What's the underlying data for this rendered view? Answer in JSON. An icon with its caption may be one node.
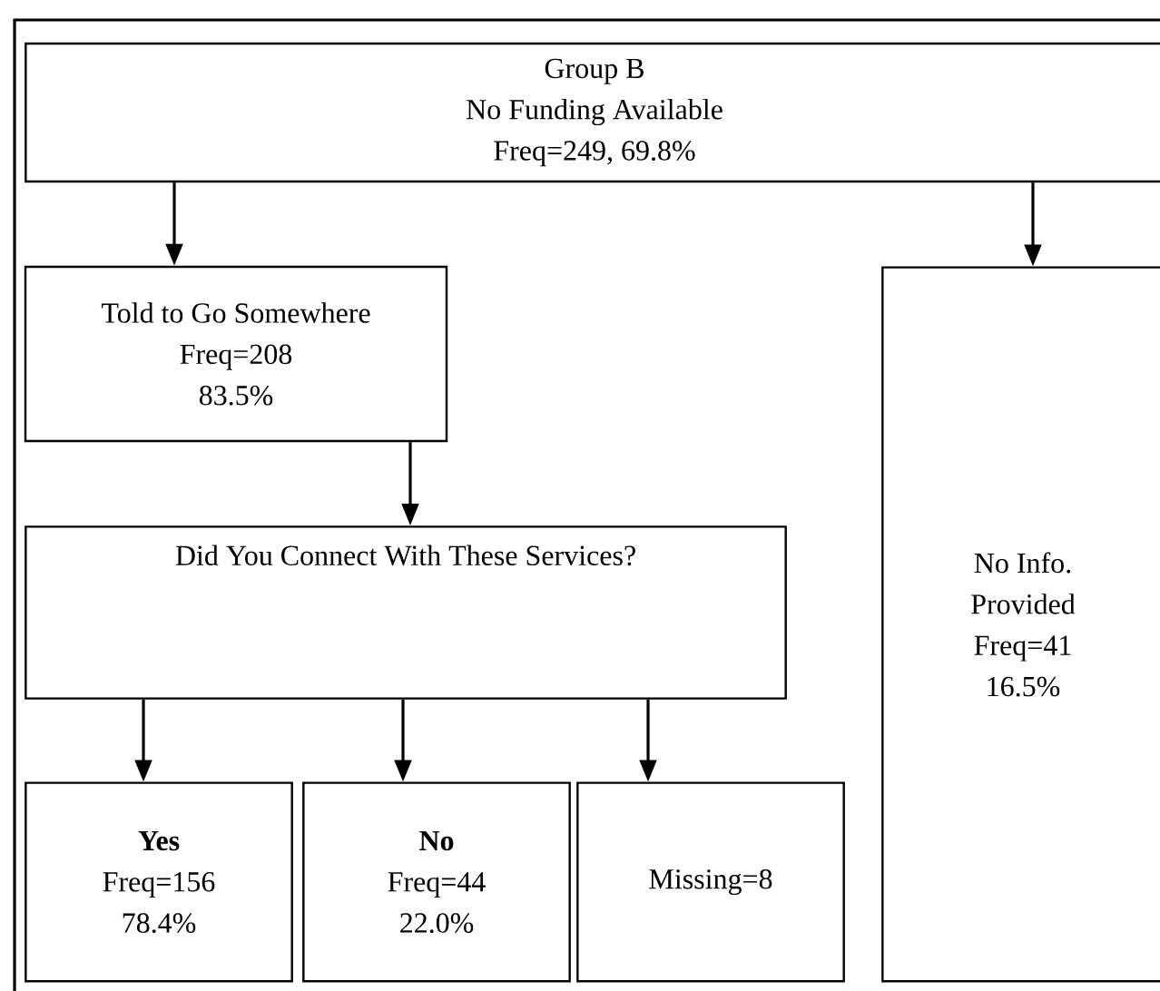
{
  "diagram": {
    "nodes": [
      {
        "text": [
          "Group B",
          "No Funding Available",
          "Freq=249, 69.8%"
        ]
      },
      {
        "text": [
          "Told to Go Somewhere",
          "Freq=208",
          "83.5%"
        ]
      },
      {
        "text": [
          "Did You Connect With These Services?"
        ]
      },
      {
        "text": [
          "Yes",
          "Freq=156",
          "78.4%"
        ]
      },
      {
        "text": [
          "No",
          "Freq=44",
          "22.0%"
        ]
      },
      {
        "text": [
          "Missing=8"
        ]
      },
      {
        "text": [
          "No Info.",
          "Provided",
          "Freq=41",
          "16.5%"
        ]
      }
    ],
    "edges": [
      {
        "from": 0,
        "to": 1,
        "arrow": "to"
      },
      {
        "from": 0,
        "to": 6,
        "arrow": "to"
      },
      {
        "from": 1,
        "to": 2,
        "arrow": "to"
      },
      {
        "from": 2,
        "to": 3,
        "arrow": "to"
      },
      {
        "from": 2,
        "to": 4,
        "arrow": "to"
      },
      {
        "from": 2,
        "to": 5,
        "arrow": "to"
      }
    ]
  }
}
